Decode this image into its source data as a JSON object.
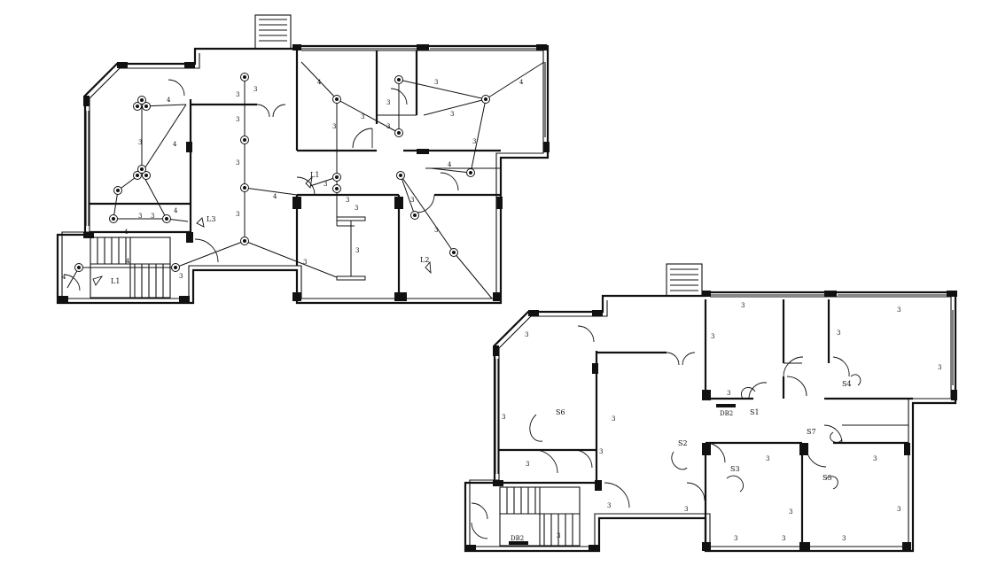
{
  "drawing": {
    "ground_floor_plan": {
      "wire_counts": [
        "3",
        "3",
        "3",
        "3",
        "3",
        "3",
        "3",
        "3",
        "3",
        "3",
        "3",
        "3",
        "3",
        "3",
        "3",
        "3",
        "3",
        "3",
        "3",
        "3",
        "3",
        "3",
        "3",
        "4",
        "4",
        "4",
        "4",
        "4",
        "4",
        "4",
        "4",
        "4",
        "4"
      ],
      "switch_labels": [
        "L1",
        "L1",
        "L2",
        "L3"
      ]
    },
    "first_floor_plan": {
      "wire_counts": [
        "3",
        "3",
        "3",
        "3",
        "3",
        "3",
        "3",
        "3",
        "3",
        "3",
        "3",
        "3",
        "3",
        "3",
        "3",
        "3",
        "3",
        "3",
        "3",
        "3",
        "3"
      ],
      "switch_labels": [
        "S1",
        "S2",
        "S3",
        "S4",
        "S5",
        "S6",
        "S7"
      ],
      "boards": [
        "DB2",
        "DB2"
      ]
    }
  },
  "colors": {
    "line": "#111111",
    "background": "#ffffff"
  }
}
